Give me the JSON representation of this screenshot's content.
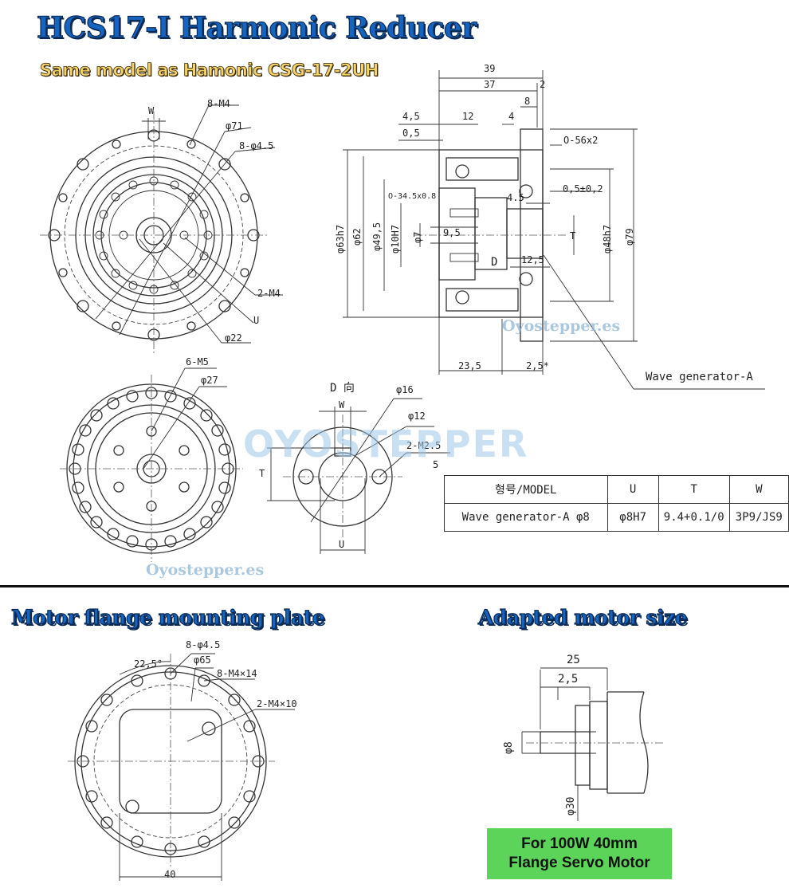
{
  "titles": {
    "main": "HCS17-I Harmonic Reducer",
    "subtitle": "Same model as Hamonic CSG-17-2UH",
    "flange_section": "Motor flange mounting plate",
    "motor_section": "Adapted motor size"
  },
  "watermarks": {
    "url": "Oyostepper.es",
    "brand": "OYOSTEPPER"
  },
  "front_view": {
    "w": "W",
    "m4_holes": "8-M4",
    "d71": "φ71",
    "d45_holes": "8-φ4.5",
    "m4_2": "2-M4",
    "u": "U",
    "d22": "φ22"
  },
  "side_view": {
    "d39": "39",
    "d37": "37",
    "d2": "2",
    "d8": "8",
    "d45": "4,5",
    "d12": "12",
    "d4": "4",
    "d05": "0,5",
    "oring1": "O-56x2",
    "oring2": "O-34.5x0.8",
    "d45b": "4.5",
    "tol": "0,5±0,2",
    "d63": "φ63h7",
    "d62": "φ62",
    "d495": "φ49,5",
    "d10": "φ10H7",
    "d7": "φ7",
    "d95": "9,5",
    "t": "T",
    "d": "D",
    "d125": "12,5",
    "d48": "φ48h7",
    "d79": "φ79",
    "d235": "23,5",
    "d25": "2,5*",
    "wave_gen": "Wave generator-A"
  },
  "back_view": {
    "m5": "6-M5",
    "d27": "φ27"
  },
  "d_view": {
    "title": "D 向",
    "d16": "φ16",
    "w": "W",
    "d12": "φ12",
    "m25": "2-M2.5",
    "depth": "5",
    "t": "T",
    "u": "U"
  },
  "model_table": {
    "headers": [
      "형号/MODEL",
      "U",
      "T",
      "W"
    ],
    "row": [
      "Wave generator-A φ8",
      "φ8H7",
      "9.4+0.1/0",
      "3P9/JS9"
    ]
  },
  "flange_plate": {
    "holes_45": "8-φ4.5",
    "angle": "22,5°",
    "d65": "φ65",
    "m4x14": "8-M4×14",
    "m4x10": "2-M4×10",
    "w40": "40"
  },
  "motor_size": {
    "d25": "25",
    "d25b": "2,5",
    "d8": "φ8",
    "d30": "φ30",
    "badge_line1": "For 100W 40mm",
    "badge_line2": "Flange Servo Motor"
  }
}
